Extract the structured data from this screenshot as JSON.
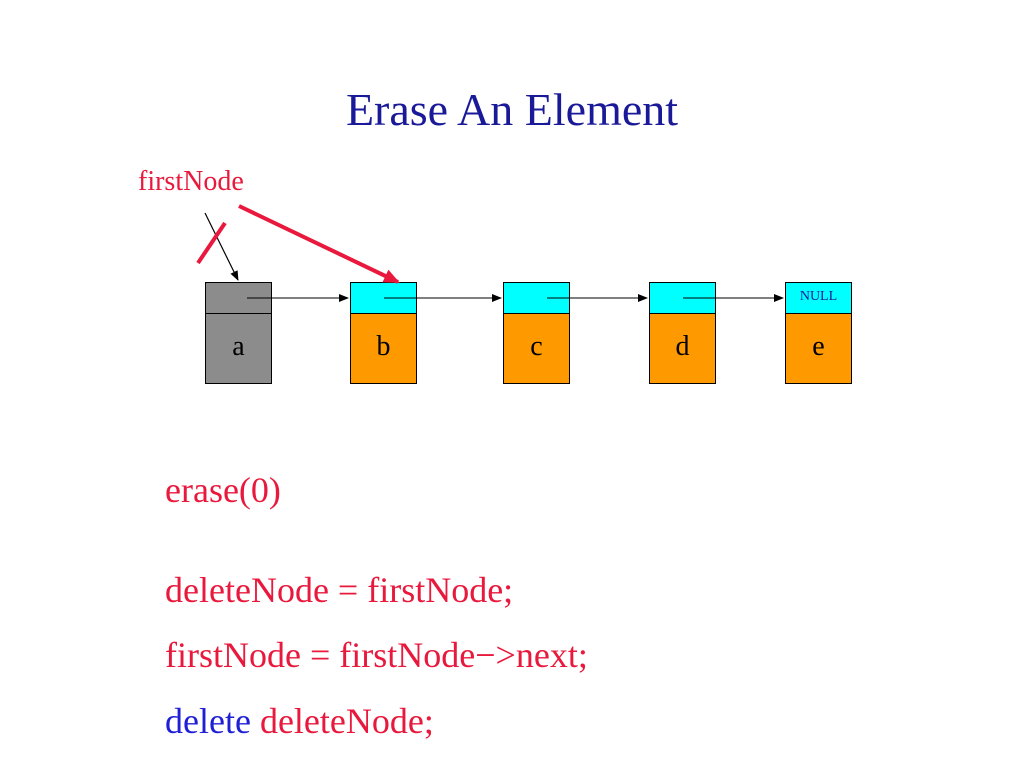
{
  "title": "Erase An Element",
  "pointer_label": "firstNode",
  "nodes": [
    {
      "data": "a",
      "status": "deleted"
    },
    {
      "data": "b",
      "status": "live"
    },
    {
      "data": "c",
      "status": "live"
    },
    {
      "data": "d",
      "status": "live"
    },
    {
      "data": "e",
      "status": "live",
      "link_text": "NULL"
    }
  ],
  "code": {
    "call": "erase(0)",
    "line1": "deleteNode = firstNode;",
    "line2": "firstNode = firstNode−>next;",
    "line3_keyword": "delete",
    "line3_rest": " deleteNode;"
  },
  "colors": {
    "title": "#1a1a99",
    "code_text": "#e8193c",
    "keyword": "#1f1fd6",
    "deleted_node": "#8c8c8c",
    "link_field": "#00ffff",
    "data_field": "#ff9900",
    "new_pointer_arrow": "#e8193c"
  }
}
